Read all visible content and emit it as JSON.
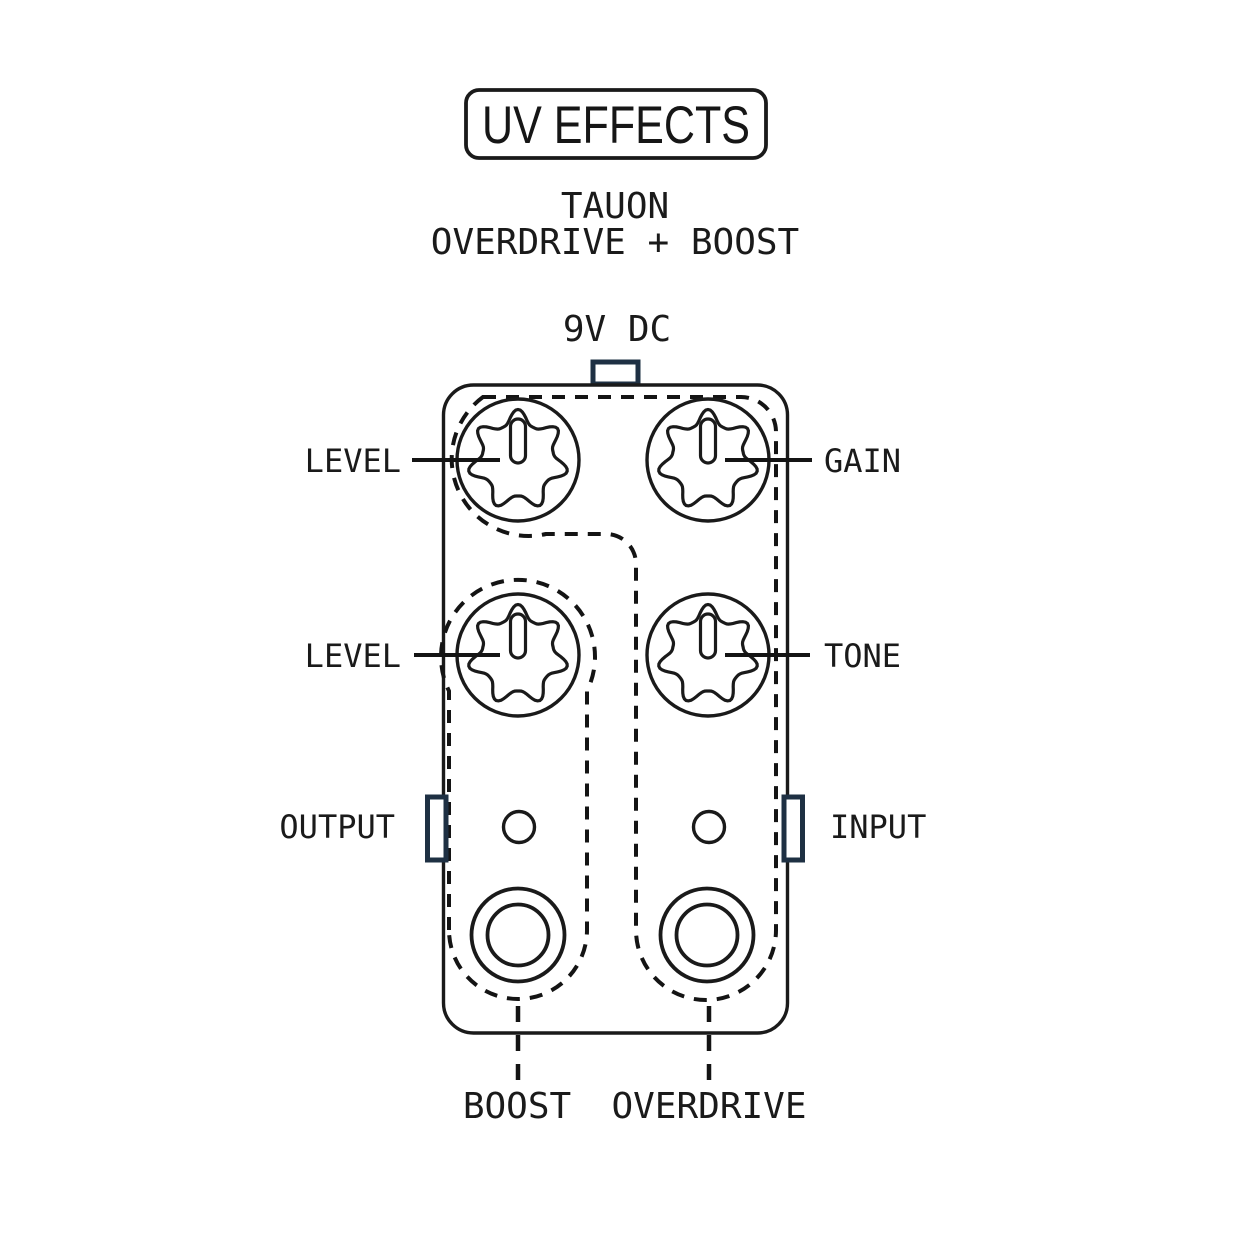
{
  "brand": {
    "logo_text": "UV EFFECTS"
  },
  "product": {
    "name": "TAUON",
    "subtitle": "OVERDRIVE + BOOST"
  },
  "pedal": {
    "power_label": "9V DC",
    "controls": {
      "overdrive_level": "LEVEL",
      "gain": "GAIN",
      "boost_level": "LEVEL",
      "tone": "TONE"
    },
    "jacks": {
      "output": "OUTPUT",
      "input": "INPUT"
    },
    "footswitches": {
      "boost": "BOOST",
      "overdrive": "OVERDRIVE"
    }
  },
  "colors": {
    "line": "#1a1a1a",
    "jack_accent": "#1e3043",
    "background": "#ffffff"
  }
}
